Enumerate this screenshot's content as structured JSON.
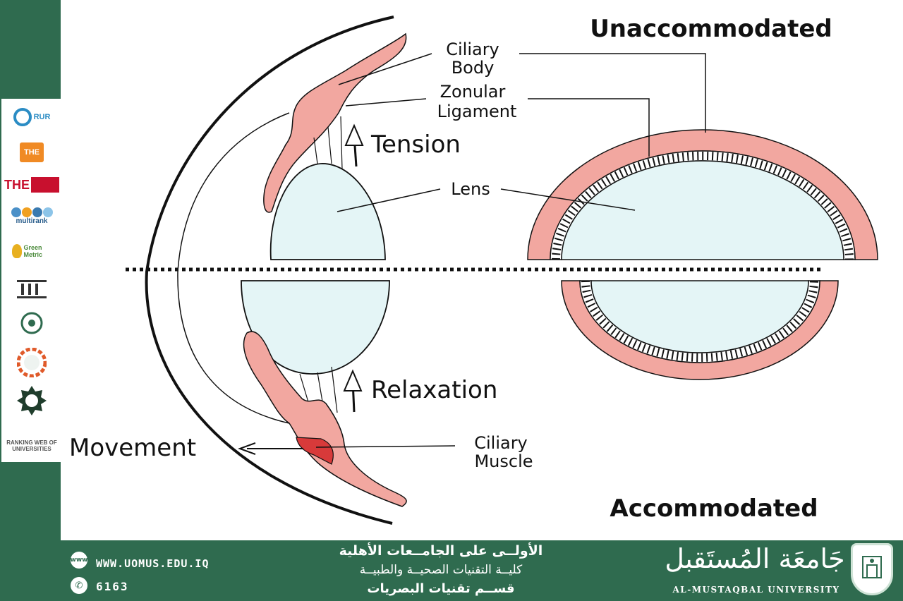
{
  "diagram": {
    "labels": {
      "unaccommodated": "Unaccommodated",
      "accommodated": "Accommodated",
      "ciliary_body_1": "Ciliary",
      "ciliary_body_2": "Body",
      "zonular_1": "Zonular",
      "zonular_2": "Ligament",
      "tension": "Tension",
      "lens": "Lens",
      "relaxation": "Relaxation",
      "movement": "Movement",
      "ciliary_muscle_1": "Ciliary",
      "ciliary_muscle_2": "Muscle"
    },
    "colors": {
      "ciliary": "#f2a7a0",
      "muscle": "#d83a3a",
      "lens": "#e4f5f6",
      "line": "#111111"
    }
  },
  "sidebar": {
    "logos": [
      "RUR",
      "THE",
      "THE",
      "multirank",
      "Green Metric",
      "",
      "",
      "",
      "",
      "RANKING WEB OF UNIVERSITIES"
    ]
  },
  "footer": {
    "url": "WWW.UOMUS.EDU.IQ",
    "phone": "6163",
    "www_icon": "www",
    "ar_line1": "الأولــى على الجامــعات الأهلية",
    "ar_line2": "كليــة التقنيات الصحيــة والطبيــة",
    "ar_line3": "قســم تقنيات البصريات",
    "university_ar": "جَامعَة المُستَقبل",
    "university_en": "AL-MUSTAQBAL UNIVERSITY"
  }
}
